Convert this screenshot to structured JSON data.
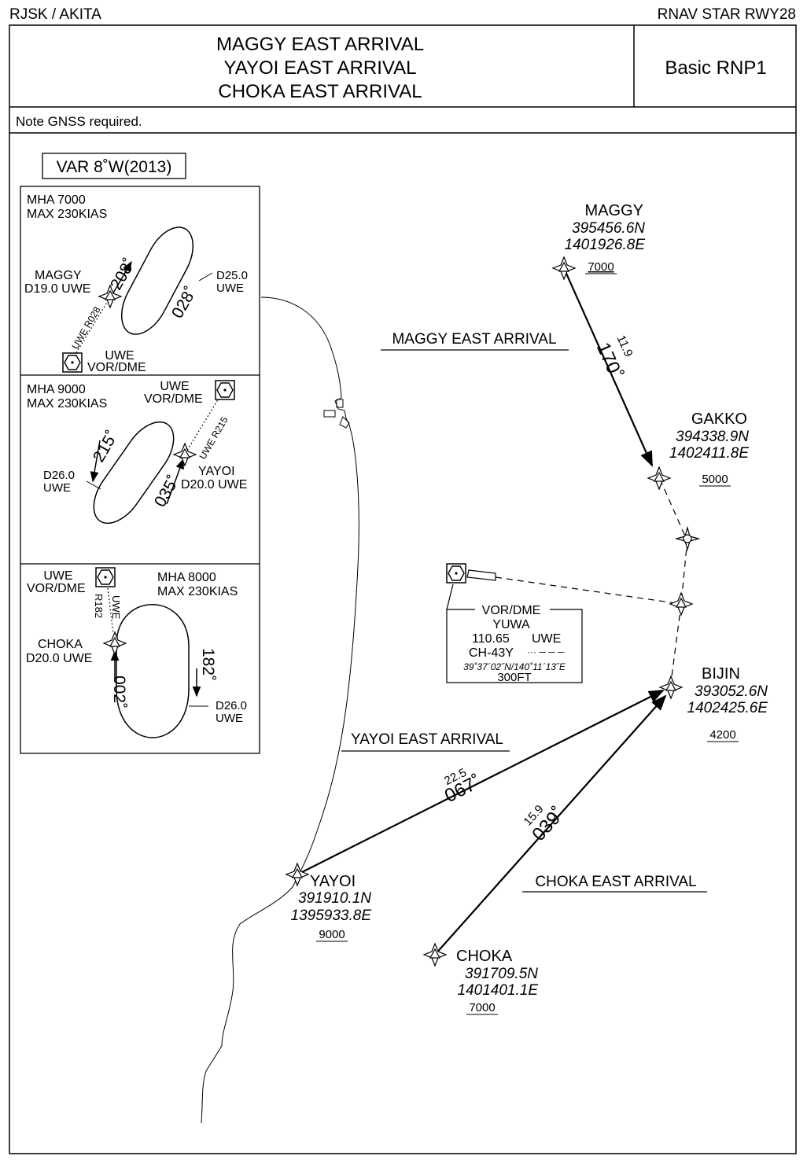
{
  "header": {
    "airport": "RJSK / AKITA",
    "procedure": "RNAV STAR RWY28",
    "titles": [
      "MAGGY EAST ARRIVAL",
      "YAYOI EAST ARRIVAL",
      "CHOKA EAST ARRIVAL"
    ],
    "nav_spec": "Basic RNP1",
    "note": "Note GNSS required."
  },
  "variation": "VAR 8˚W(2013)",
  "holdings": [
    {
      "mha": "MHA 7000",
      "speed": "MAX 230KIAS",
      "fix": "MAGGY",
      "fix_dist": "D19.0 UWE",
      "navaid": "UWE",
      "navaid_type": "VOR/DME",
      "radial": "UWE R028",
      "inbound": "208˚",
      "outbound": "028˚",
      "limit": "D25.0",
      "limit_ref": "UWE"
    },
    {
      "mha": "MHA 9000",
      "speed": "MAX 230KIAS",
      "fix": "YAYOI",
      "fix_dist": "D20.0 UWE",
      "navaid": "UWE",
      "navaid_type": "VOR/DME",
      "radial": "UWE R215",
      "inbound": "035˚",
      "outbound": "215˚",
      "limit": "D26.0",
      "limit_ref": "UWE"
    },
    {
      "mha": "MHA 8000",
      "speed": "MAX 230KIAS",
      "fix": "CHOKA",
      "fix_dist": "D20.0 UWE",
      "navaid": "UWE",
      "navaid_type": "VOR/DME",
      "radial_a": "UWE",
      "radial_b": "R182",
      "inbound": "002˚",
      "outbound": "182˚",
      "limit": "D26.0",
      "limit_ref": "UWE"
    }
  ],
  "waypoints": {
    "maggy": {
      "name": "MAGGY",
      "lat": "395456.6N",
      "lon": "1401926.8E",
      "alt": "7000"
    },
    "gakko": {
      "name": "GAKKO",
      "lat": "394338.9N",
      "lon": "1402411.8E",
      "alt": "5000"
    },
    "bijin": {
      "name": "BIJIN",
      "lat": "393052.6N",
      "lon": "1402425.6E",
      "alt": "4200"
    },
    "yayoi": {
      "name": "YAYOI",
      "lat": "391910.1N",
      "lon": "1395933.8E",
      "alt": "9000"
    },
    "choka": {
      "name": "CHOKA",
      "lat": "391709.5N",
      "lon": "1401401.1E",
      "alt": "7000"
    }
  },
  "routes": {
    "maggy": {
      "name": "MAGGY EAST ARRIVAL",
      "track": "170˚",
      "dist": "11.9"
    },
    "yayoi": {
      "name": "YAYOI EAST ARRIVAL",
      "track": "067˚",
      "dist": "22.5"
    },
    "choka": {
      "name": "CHOKA EAST ARRIVAL",
      "track": "039˚",
      "dist": "15.9"
    }
  },
  "navaid_box": {
    "type": "VOR/DME",
    "name": "YUWA",
    "freq": "110.65",
    "ident": "UWE",
    "channel": "CH-43Y",
    "morse": "··· ─ ─ ─",
    "coords": "39˚37´02˝N/140˚11´13˝E",
    "elev": "300FT"
  }
}
